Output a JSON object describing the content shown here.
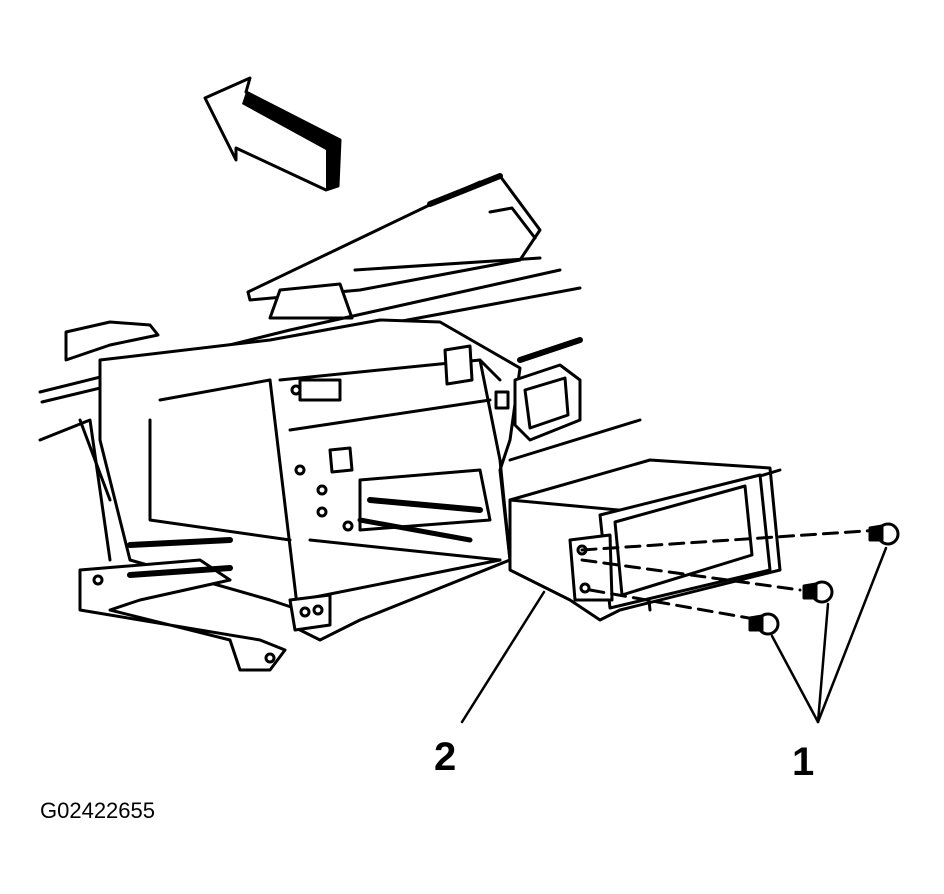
{
  "callouts": {
    "screws": "1",
    "bracket": "2"
  },
  "figure_code": "G02422655",
  "colors": {
    "line": "#000000",
    "background": "#ffffff"
  },
  "icons": {
    "direction": "forward-arrow-icon"
  }
}
